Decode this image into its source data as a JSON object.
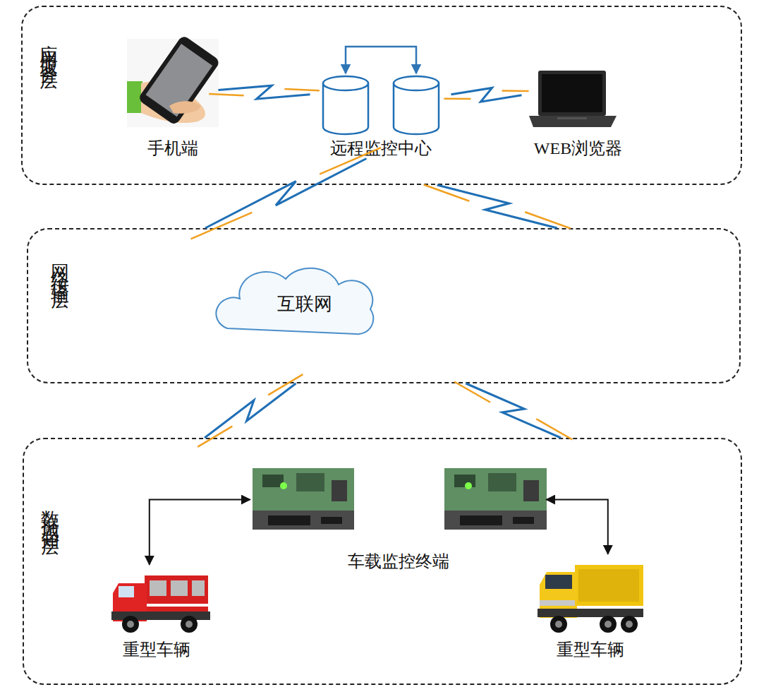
{
  "diagram": {
    "nodes": [
      {
        "text": [
          "应用服务层"
        ]
      },
      {
        "text": [
          "手机端"
        ],
        "in": 0
      },
      {
        "text": [
          "远程监控中心"
        ],
        "in": 0
      },
      {
        "text": [
          "WEB浏览器"
        ],
        "in": 0
      },
      {
        "text": [
          "网络传输层"
        ]
      },
      {
        "text": [
          "互联网"
        ],
        "in": 4
      },
      {
        "text": [
          "数据感知层"
        ]
      },
      {
        "text": [
          "车载监控终端"
        ],
        "in": 6
      },
      {
        "text": [
          "重型车辆"
        ],
        "in": 6
      },
      {
        "text": [
          "重型车辆"
        ],
        "in": 6
      }
    ],
    "edges": [
      {
        "from": 1,
        "to": 2,
        "arrow": "none"
      },
      {
        "from": 2,
        "to": 3,
        "arrow": "none"
      },
      {
        "from": 2,
        "to": 4,
        "arrow": "none"
      },
      {
        "from": 0,
        "to": 4,
        "arrow": "none"
      },
      {
        "from": 4,
        "to": 6,
        "arrow": "none"
      },
      {
        "from": 4,
        "to": 6,
        "arrow": "none"
      },
      {
        "from": 7,
        "to": 8,
        "arrow": "both"
      },
      {
        "from": 7,
        "to": 9,
        "arrow": "both"
      }
    ]
  }
}
